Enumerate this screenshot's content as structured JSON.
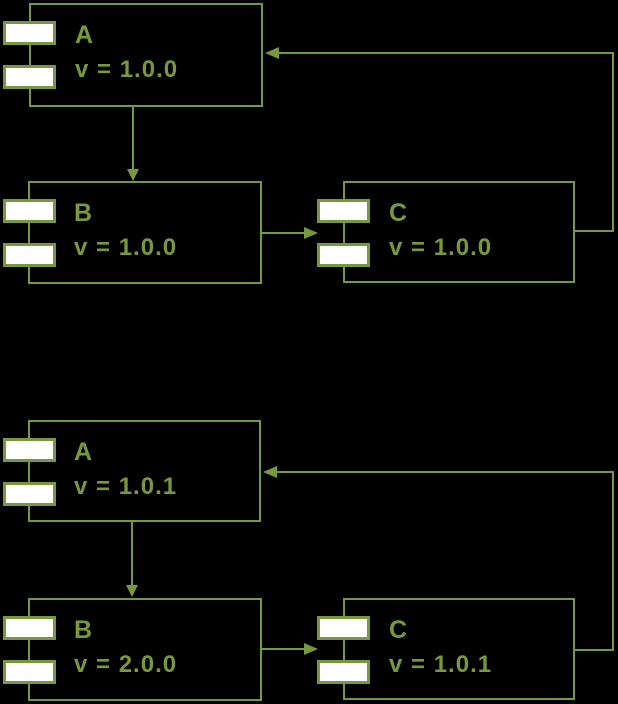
{
  "colors": {
    "accent": "#78993B",
    "port_fill": "#FFFFFF",
    "background": "#000000"
  },
  "diagrams": [
    {
      "nodes": [
        {
          "id": "A",
          "label": "A",
          "version": "v = 1.0.0"
        },
        {
          "id": "B",
          "label": "B",
          "version": "v = 1.0.0"
        },
        {
          "id": "C",
          "label": "C",
          "version": "v = 1.0.0"
        }
      ],
      "edges": [
        {
          "from": "A",
          "to": "B"
        },
        {
          "from": "B",
          "to": "C"
        },
        {
          "from": "C",
          "to": "A"
        }
      ]
    },
    {
      "nodes": [
        {
          "id": "A",
          "label": "A",
          "version": "v = 1.0.1"
        },
        {
          "id": "B",
          "label": "B",
          "version": "v = 2.0.0"
        },
        {
          "id": "C",
          "label": "C",
          "version": "v = 1.0.1"
        }
      ],
      "edges": [
        {
          "from": "A",
          "to": "B"
        },
        {
          "from": "B",
          "to": "C"
        },
        {
          "from": "C",
          "to": "A"
        }
      ]
    }
  ]
}
